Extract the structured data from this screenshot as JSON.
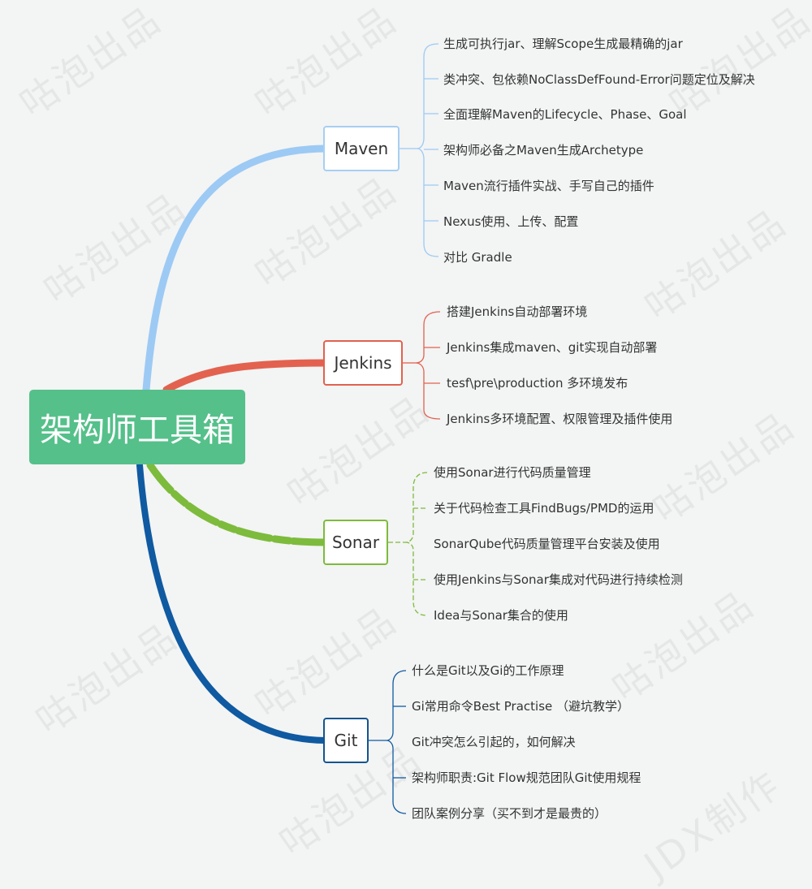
{
  "root": {
    "label": "架构师工具箱",
    "color": "#55c08a"
  },
  "watermarks": [
    "咕泡出品",
    "咕泡出品",
    "咕泡出品",
    "咕泡出品",
    "咕泡出品",
    "咕泡出品",
    "咕泡出品",
    "咕泡出品",
    "咕泡出品",
    "咕泡出品",
    "咕泡出品",
    "咕泡出品",
    "JDX制作"
  ],
  "branches": [
    {
      "label": "Maven",
      "color": "#a7cff2",
      "edge_color": "#9ccaf4",
      "items": [
        "生成可执行jar、理解Scope生成最精确的jar",
        "类冲突、包依赖NoClassDefFound-Error问题定位及解决",
        "全面理解Maven的Lifecycle、Phase、Goal",
        "架构师必备之Maven生成Archetype",
        "Maven流行插件实战、手写自己的插件",
        "Nexus使用、上传、配置",
        "对比 Gradle"
      ]
    },
    {
      "label": "Jenkins",
      "color": "#e2624f",
      "edge_color": "#e2624f",
      "items": [
        "搭建Jenkins自动部署环境",
        "Jenkins集成maven、git实现自动部署",
        "tesf\\pre\\production 多环境发布",
        "Jenkins多环境配置、权限管理及插件使用"
      ]
    },
    {
      "label": "Sonar",
      "color": "#7dbb3c",
      "edge_color": "#7dbb3c",
      "items": [
        "使用Sonar进行代码质量管理",
        "关于代码检查工具FindBugs/PMD的运用",
        "SonarQube代码质量管理平台安装及使用",
        "使用Jenkins与Sonar集成对代码进行持续检测",
        "Idea与Sonar集合的使用"
      ]
    },
    {
      "label": "Git",
      "color": "#13558f",
      "edge_color": "#0f5aa1",
      "items": [
        "什么是Git以及Gi的工作原理",
        "Gi常用命令Best Practise （避坑教学）",
        "Git冲突怎么引起的，如何解决",
        "架构师职责:Git Flow规范团队Git使用规程",
        "团队案例分享（买不到才是最贵的）"
      ]
    }
  ]
}
